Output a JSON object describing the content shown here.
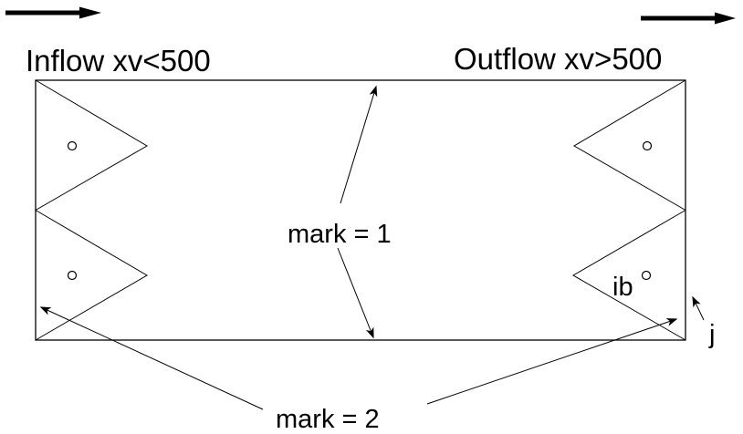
{
  "title": "Flow domain boundary diagram",
  "colors": {
    "ink": "#000000",
    "background": "#ffffff"
  },
  "labels": {
    "inflow": "Inflow xv<500",
    "outflow": "Outflow xv>500",
    "mark1": "mark = 1",
    "mark2": "mark = 2",
    "ib": "ib",
    "j": "j"
  },
  "annotations": {
    "mark1_targets": "top and bottom walls of rectangle",
    "mark2_targets": "left and right zig-zag boundary walls",
    "flow_direction": "left to right"
  }
}
